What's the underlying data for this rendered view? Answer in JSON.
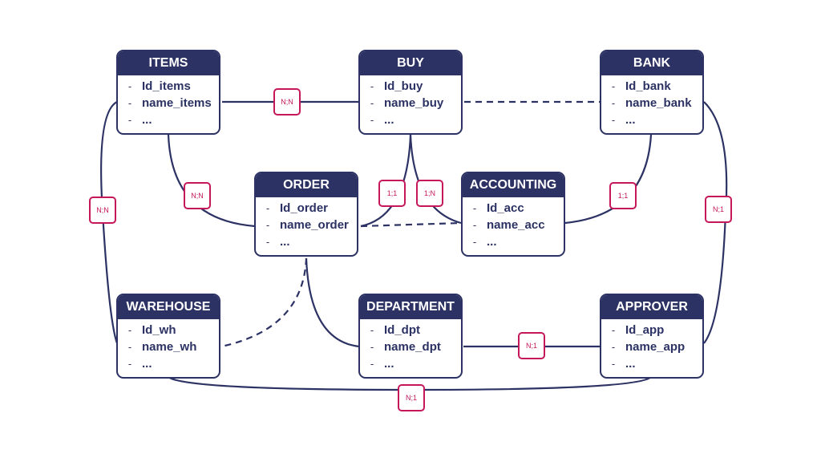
{
  "colors": {
    "entity": "#2c3263",
    "relation": "#c5175a",
    "background": "#ffffff"
  },
  "entities": [
    {
      "name": "ITEMS",
      "attributes": [
        {
          "dash": "-",
          "text": "Id_items"
        },
        {
          "dash": "-",
          "text": "name_items"
        },
        {
          "dash": "-",
          "text": "..."
        }
      ]
    },
    {
      "name": "BUY",
      "attributes": [
        {
          "dash": "-",
          "text": "Id_buy"
        },
        {
          "dash": "-",
          "text": "name_buy"
        },
        {
          "dash": "-",
          "text": "..."
        }
      ]
    },
    {
      "name": "BANK",
      "attributes": [
        {
          "dash": "-",
          "text": "Id_bank"
        },
        {
          "dash": "-",
          "text": "name_bank"
        },
        {
          "dash": "-",
          "text": "..."
        }
      ]
    },
    {
      "name": "ORDER",
      "attributes": [
        {
          "dash": "-",
          "text": "Id_order"
        },
        {
          "dash": "-",
          "text": "name_order"
        },
        {
          "dash": "-",
          "text": "..."
        }
      ]
    },
    {
      "name": "ACCOUNTING",
      "attributes": [
        {
          "dash": "-",
          "text": "Id_acc"
        },
        {
          "dash": "-",
          "text": "name_acc"
        },
        {
          "dash": "-",
          "text": "..."
        }
      ]
    },
    {
      "name": "WAREHOUSE",
      "attributes": [
        {
          "dash": "-",
          "text": "Id_wh"
        },
        {
          "dash": "-",
          "text": "name_wh"
        },
        {
          "dash": "-",
          "text": "..."
        }
      ]
    },
    {
      "name": "DEPARTMENT",
      "attributes": [
        {
          "dash": "-",
          "text": "Id_dpt"
        },
        {
          "dash": "-",
          "text": "name_dpt"
        },
        {
          "dash": "-",
          "text": "..."
        }
      ]
    },
    {
      "name": "APPROVER",
      "attributes": [
        {
          "dash": "-",
          "text": "Id_app"
        },
        {
          "dash": "-",
          "text": "name_app"
        },
        {
          "dash": "-",
          "text": "..."
        }
      ]
    }
  ],
  "relations": [
    {
      "label": "N;N",
      "from": "ITEMS",
      "to": "BUY"
    },
    {
      "label": "N;N",
      "from": "ITEMS",
      "to": "ORDER"
    },
    {
      "label": "N;N",
      "from": "ITEMS",
      "to": "WAREHOUSE"
    },
    {
      "label": "1;1",
      "from": "BUY",
      "to": "ORDER"
    },
    {
      "label": "1;N",
      "from": "BUY",
      "to": "ACCOUNTING"
    },
    {
      "label": "1;1",
      "from": "BANK",
      "to": "ACCOUNTING"
    },
    {
      "label": "N;1",
      "from": "BANK",
      "to": "APPROVER"
    },
    {
      "label": "N;1",
      "from": "DEPARTMENT",
      "to": "APPROVER"
    },
    {
      "label": "N;1",
      "from": "WAREHOUSE",
      "to": "APPROVER"
    }
  ]
}
